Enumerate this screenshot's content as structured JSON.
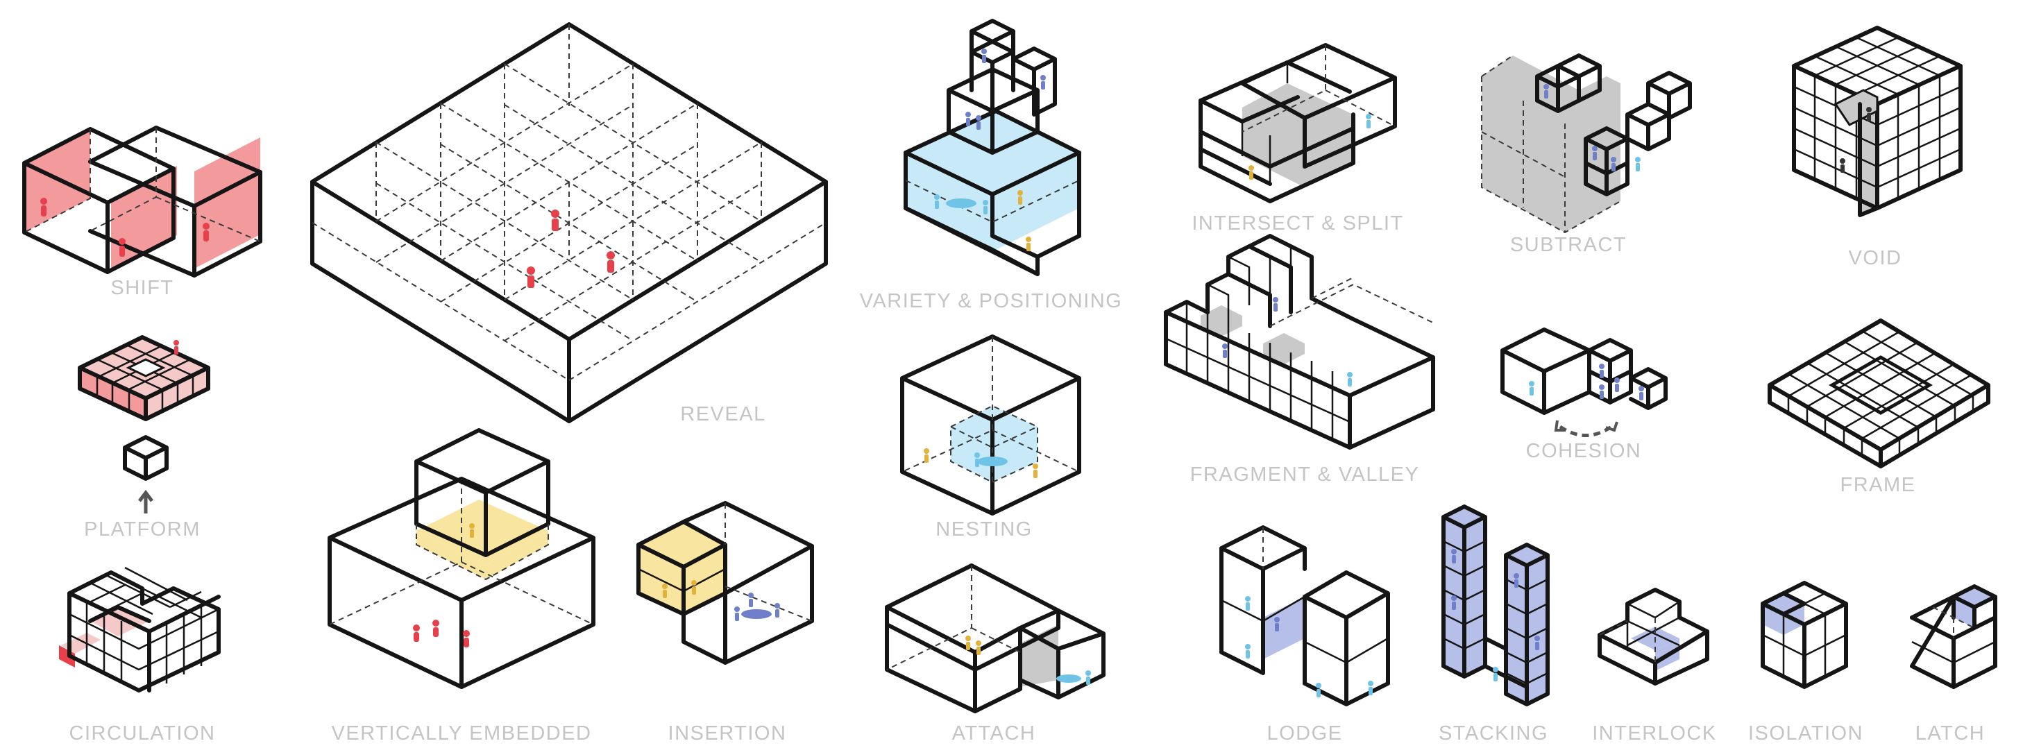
{
  "labels": {
    "shift": "SHIFT",
    "reveal": "REVEAL",
    "variety": "VARIETY & POSITIONING",
    "intersect": "INTERSECT & SPLIT",
    "subtract": "SUBTRACT",
    "void": "VOID",
    "platform": "PLATFORM",
    "fragment": "FRAGMENT & VALLEY",
    "cohesion": "COHESION",
    "frame": "FRAME",
    "nesting": "NESTING",
    "circulation": "CIRCULATION",
    "vertically_embedded": "VERTICALLY EMBEDDED",
    "insertion": "INSERTION",
    "attach": "ATTACH",
    "lodge": "LODGE",
    "stacking": "STACKING",
    "interlock": "INTERLOCK",
    "isolation": "ISOLATION",
    "latch": "LATCH"
  },
  "colors": {
    "red": "#e8404a",
    "red_fill": "#f39a9c",
    "pink_fill": "#f6c9c9",
    "blue_fill": "#c7e9f8",
    "blue_figure": "#6fc3e6",
    "yellow_fill": "#f8e6a0",
    "yellow_figure": "#e2b23a",
    "purple_fill": "#b6bfe8",
    "purple_figure": "#6f7fc9",
    "grey_fill": "#c9c9c9",
    "label": "#c4c4c4",
    "line": "#151515"
  }
}
